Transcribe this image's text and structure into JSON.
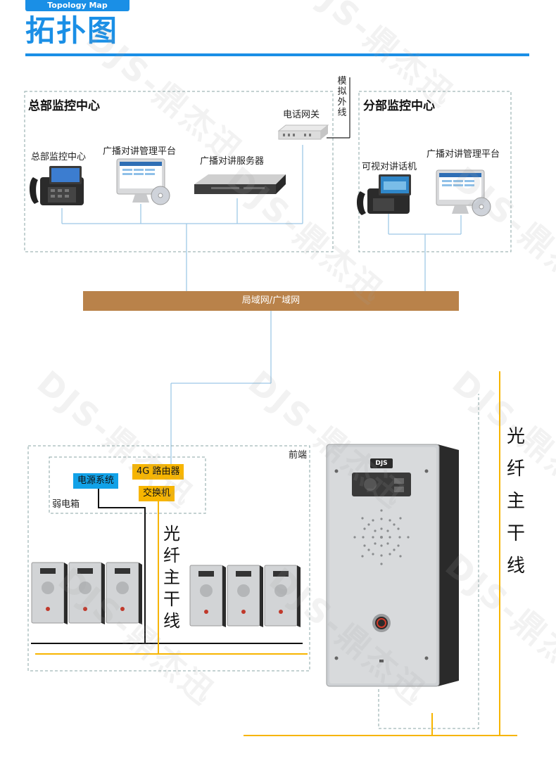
{
  "header": {
    "tag": "Topology Map",
    "title": "拓扑图"
  },
  "hq": {
    "title": "总部监控中心",
    "phone_label": "总部监控中心",
    "platform_label": "广播对讲管理平台",
    "server_label": "广播对讲服务器",
    "gateway_label": "电话网关",
    "analog_line_label": "模拟外线"
  },
  "branch": {
    "title": "分部监控中心",
    "phone_label": "可视对讲话机",
    "platform_label": "广播对讲管理平台"
  },
  "network": {
    "lan_label": "局域网/广域网"
  },
  "frontend": {
    "area_label": "前端",
    "cabinet_label": "弱电箱",
    "power_label": "电源系统",
    "router_label": "4G 路由器",
    "switch_label": "交换机",
    "trunk_label_small": "光纤主干线",
    "trunk_label_large": "光纤主干线",
    "device_brand": "DJS"
  },
  "watermark_text": "DJS-鼎杰迅",
  "colors": {
    "accent": "#1a8fe6",
    "lan": "#b9824a",
    "fiber": "#f7b500",
    "lan_line": "#9dc8e6",
    "power_box": "#12a2e8"
  }
}
